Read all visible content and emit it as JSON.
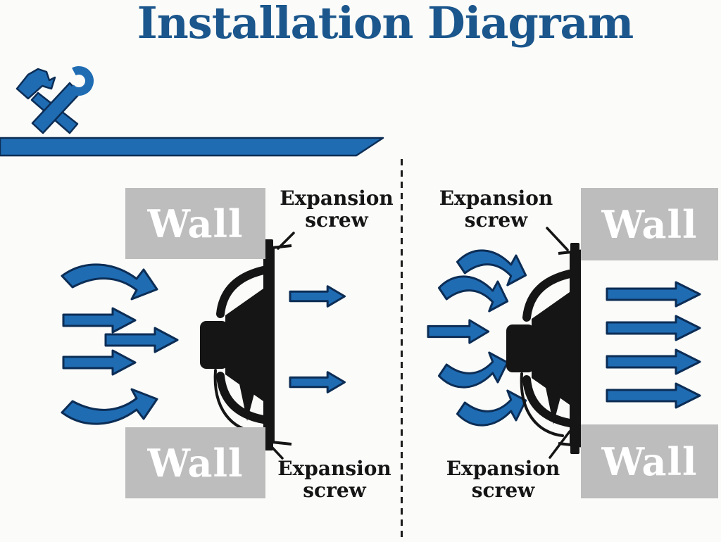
{
  "title": "Installation Diagram",
  "colors": {
    "accent_blue": "#1f6cb3",
    "outline_navy": "#0c2d55",
    "title_blue": "#1b568c",
    "wall_gray": "#bdbdbd",
    "wall_text": "#ffffff",
    "text_black": "#151515",
    "background": "#fbfbf9"
  },
  "icons": {
    "tools": "hammer-wrench-icon",
    "fan": "exhaust-fan-silhouette",
    "screw": "expansion-screw"
  },
  "left_panel": {
    "wall_top": "Wall",
    "wall_bottom": "Wall",
    "screw_label_top": "Expansion\nscrew",
    "screw_label_bottom": "Expansion\nscrew",
    "intake_arrow_count": 5,
    "exhaust_arrow_count": 2
  },
  "right_panel": {
    "wall_top": "Wall",
    "wall_bottom": "Wall",
    "screw_label_top": "Expansion\nscrew",
    "screw_label_bottom": "Expansion\nscrew",
    "intake_arrow_count": 5,
    "exhaust_arrow_count": 4
  }
}
